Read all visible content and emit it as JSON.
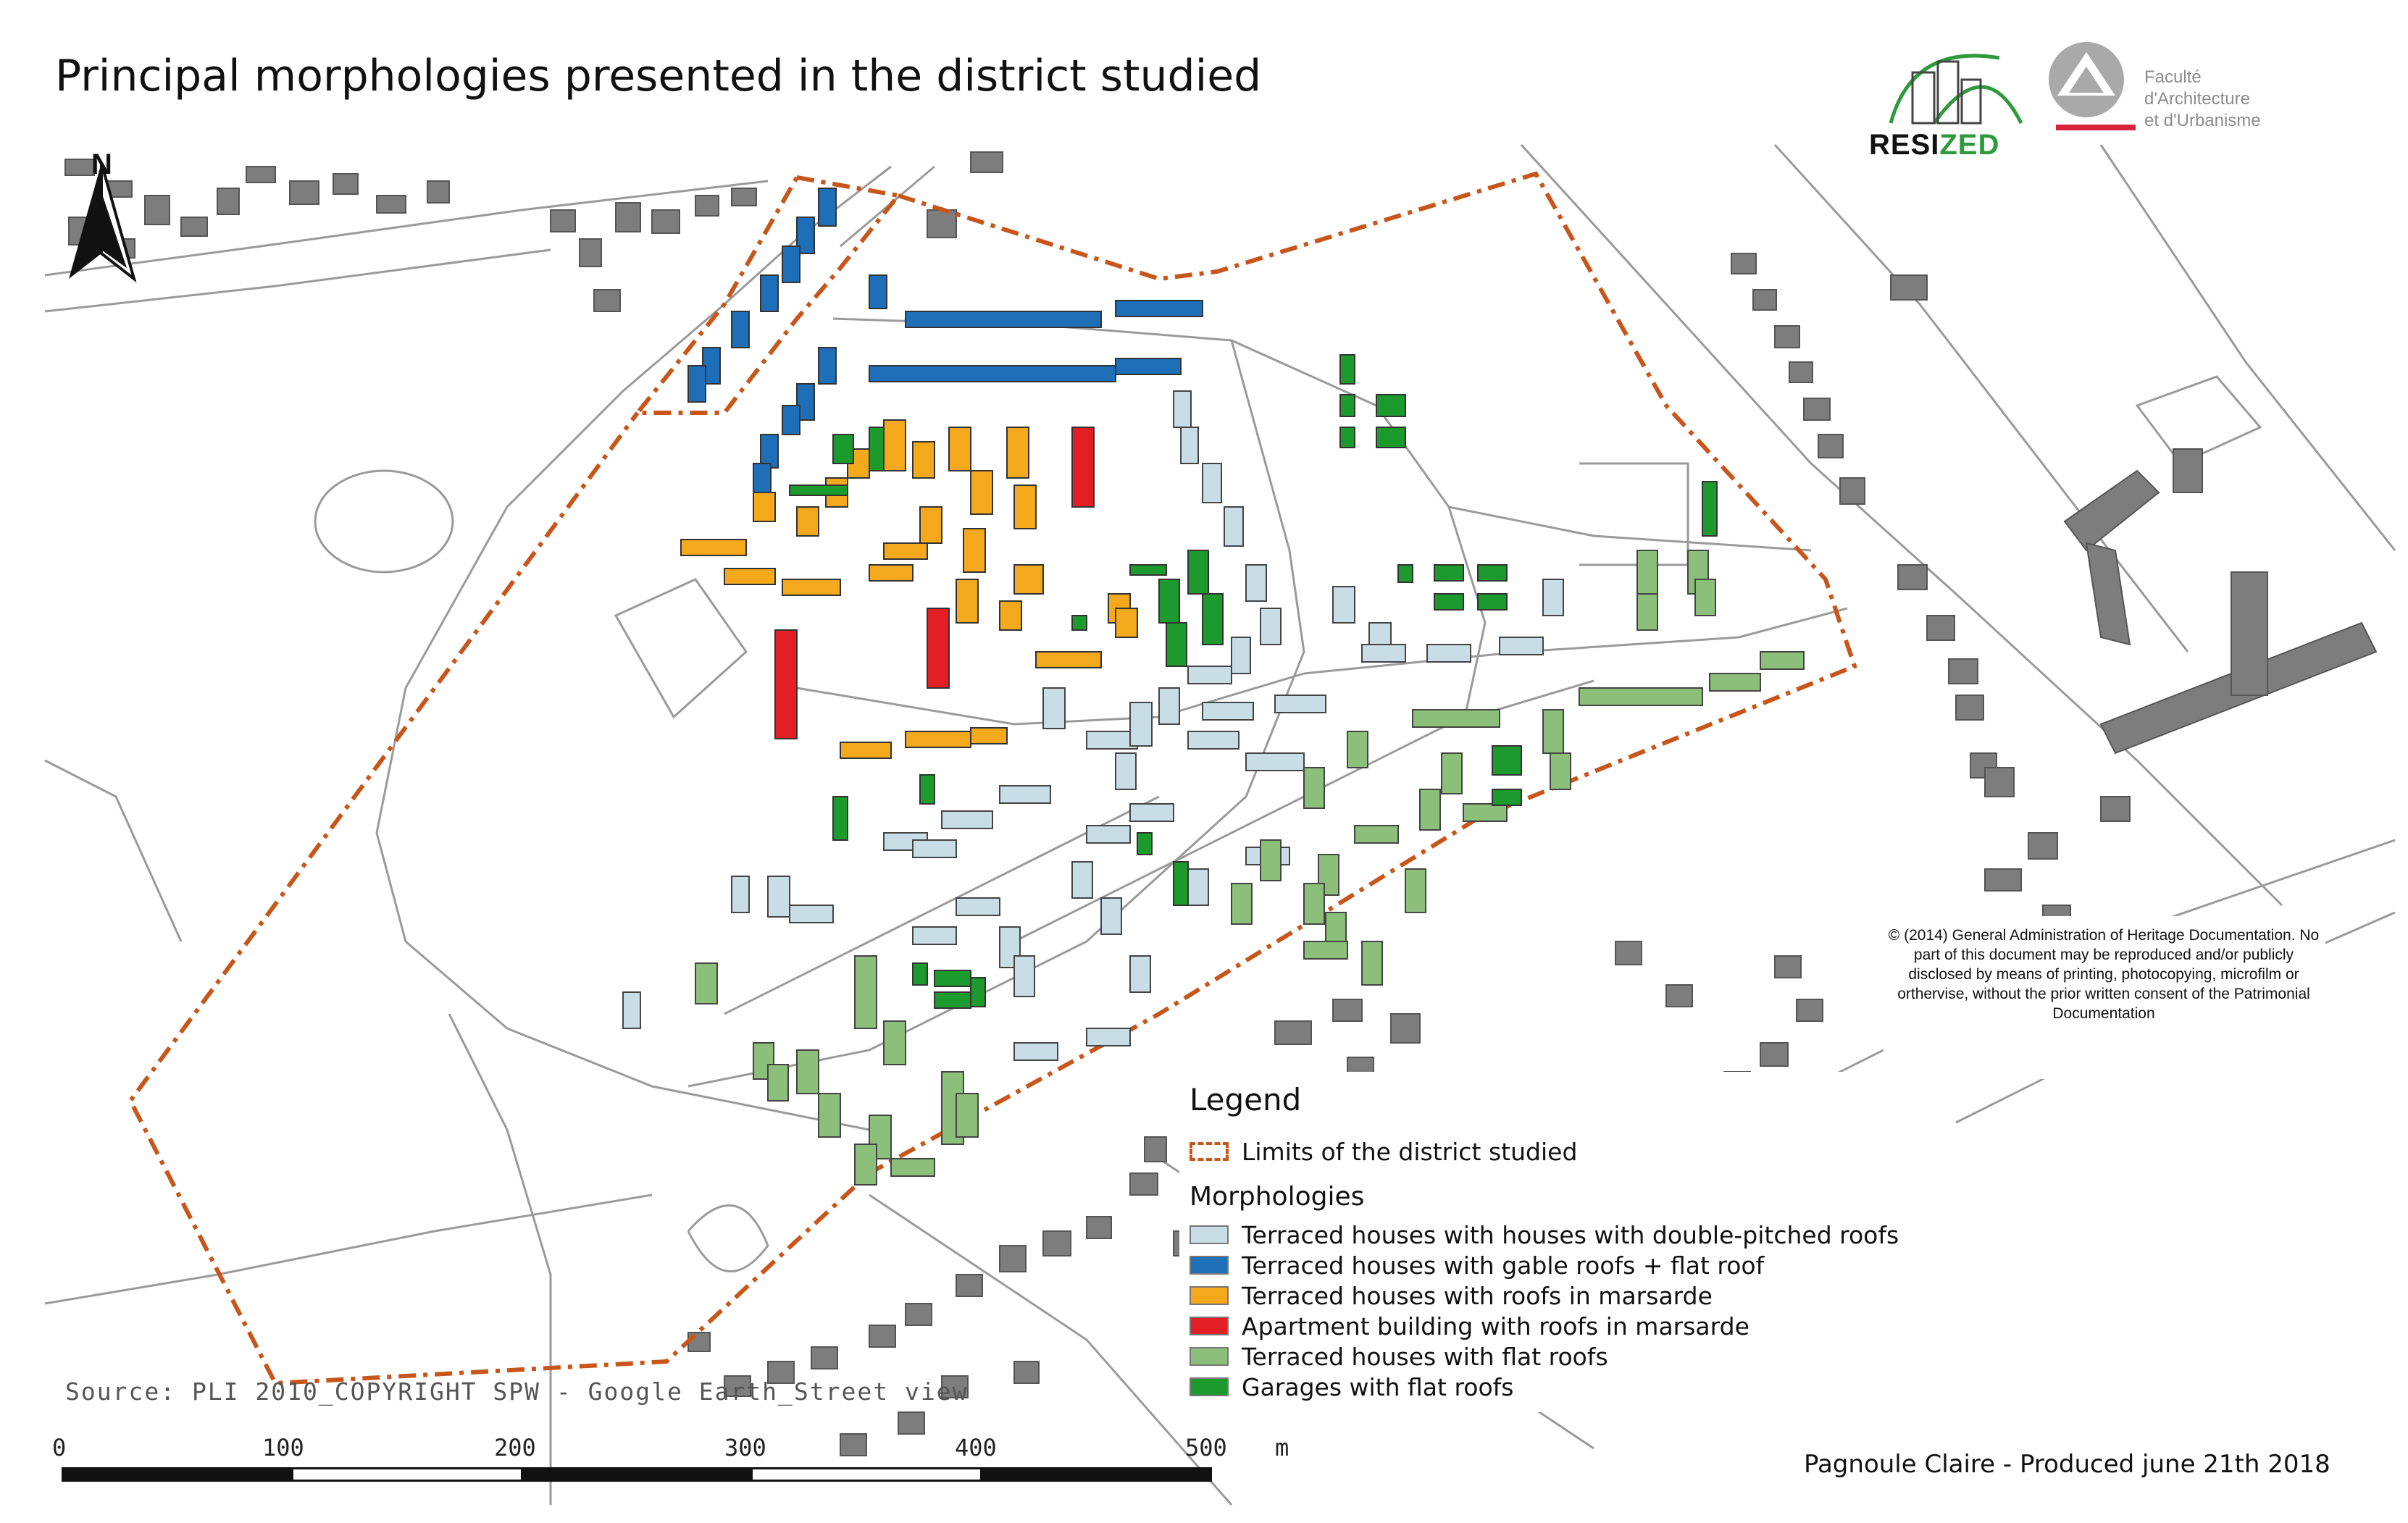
{
  "title": "Principal morphologies presented in the district studied",
  "north_arrow_label": "N",
  "logos": {
    "resized_part1": "RESI",
    "resized_part2": "ZED",
    "faculty_line1": "Faculté",
    "faculty_line2": "d'Architecture",
    "faculty_line3": "et d'Urbanisme"
  },
  "copyright_text": "© (2014) General Administration of Heritage Documentation. No part of this document may be reproduced and/or publicly disclosed by means of printing, photocopying, microfilm or orthervise, without the prior written consent of the Patrimonial Documentation",
  "legend": {
    "title": "Legend",
    "limit_label": "Limits of the district studied",
    "subtitle": "Morphologies",
    "items": [
      {
        "label": "Terraced houses with houses with double-pitched roofs",
        "color": "#c9dde6"
      },
      {
        "label": "Terraced houses with gable roofs + flat roof",
        "color": "#1f6fb8"
      },
      {
        "label": "Terraced houses with roofs in marsarde",
        "color": "#f4a81c"
      },
      {
        "label": "Apartment building with roofs in marsarde",
        "color": "#e31e25"
      },
      {
        "label": "Terraced houses with flat roofs",
        "color": "#8cc07a"
      },
      {
        "label": "Garages with flat roofs",
        "color": "#1d9a2e"
      }
    ],
    "limit_color": "#c8561a"
  },
  "source": "Source: PLI 2010_COPYRIGHT SPW - Google Earth_Street view",
  "scale_bar": {
    "ticks": [
      "0",
      "100",
      "200",
      "300",
      "400",
      "500"
    ],
    "unit": "m"
  },
  "credit": "Pagnoule Claire - Produced june 21th 2018",
  "map_colors": {
    "other_building": "#7d7d7d",
    "road_line": "#8c8c8c"
  }
}
